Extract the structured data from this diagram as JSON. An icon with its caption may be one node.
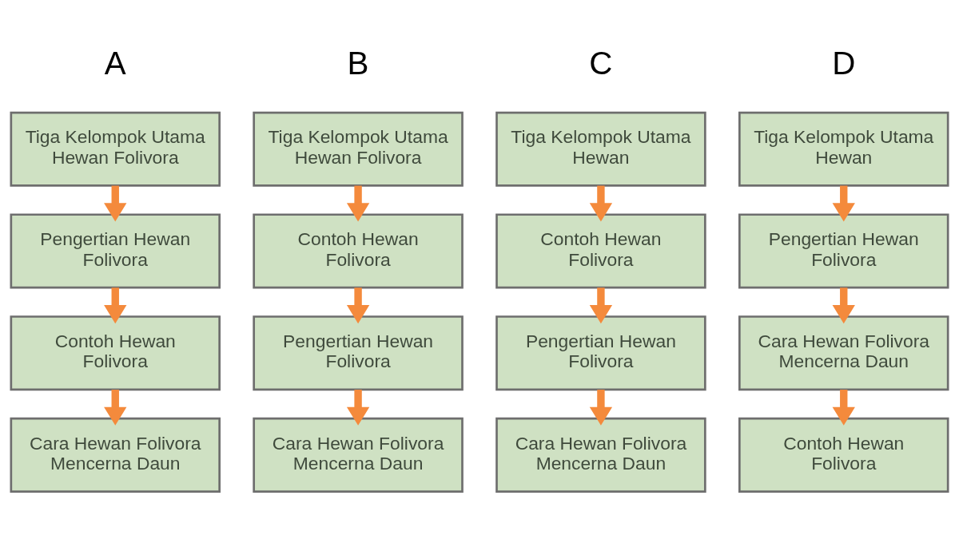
{
  "diagram": {
    "nodes": [
      {
        "text": [
          "Tiga Kelompok Utama Hewan Folivora"
        ]
      },
      {
        "text": [
          "Pengertian Hewan Folivora"
        ]
      },
      {
        "text": [
          "Contoh Hewan Folivora"
        ]
      },
      {
        "text": [
          "Cara Hewan Folivora Mencerna Daun"
        ]
      },
      {
        "text": [
          "Tiga Kelompok Utama Hewan Folivora"
        ]
      },
      {
        "text": [
          "Contoh Hewan Folivora"
        ]
      },
      {
        "text": [
          "Pengertian Hewan Folivora"
        ]
      },
      {
        "text": [
          "Cara Hewan Folivora Mencerna Daun"
        ]
      },
      {
        "text": [
          "Tiga Kelompok Utama Hewan"
        ]
      },
      {
        "text": [
          "Contoh Hewan Folivora"
        ]
      },
      {
        "text": [
          "Pengertian Hewan Folivora"
        ]
      },
      {
        "text": [
          "Cara Hewan Folivora Mencerna Daun"
        ]
      },
      {
        "text": [
          "Tiga Kelompok Utama Hewan"
        ]
      },
      {
        "text": [
          "Pengertian Hewan Folivora"
        ]
      },
      {
        "text": [
          "Cara Hewan Folivora Mencerna Daun"
        ]
      },
      {
        "text": [
          "Contoh Hewan Folivora"
        ]
      }
    ],
    "edges": [
      {
        "from": 0,
        "to": 1,
        "arrow": "to"
      },
      {
        "from": 1,
        "to": 2,
        "arrow": "to"
      },
      {
        "from": 2,
        "to": 3,
        "arrow": "to"
      },
      {
        "from": 4,
        "to": 5,
        "arrow": "to"
      },
      {
        "from": 5,
        "to": 6,
        "arrow": "to"
      },
      {
        "from": 6,
        "to": 7,
        "arrow": "to"
      },
      {
        "from": 8,
        "to": 9,
        "arrow": "to"
      },
      {
        "from": 9,
        "to": 10,
        "arrow": "to"
      },
      {
        "from": 10,
        "to": 11,
        "arrow": "to"
      },
      {
        "from": 12,
        "to": 13,
        "arrow": "to"
      },
      {
        "from": 13,
        "to": 14,
        "arrow": "to"
      },
      {
        "from": 14,
        "to": 15,
        "arrow": "to"
      }
    ],
    "labels": [
      "A",
      "B",
      "C",
      "D"
    ]
  }
}
